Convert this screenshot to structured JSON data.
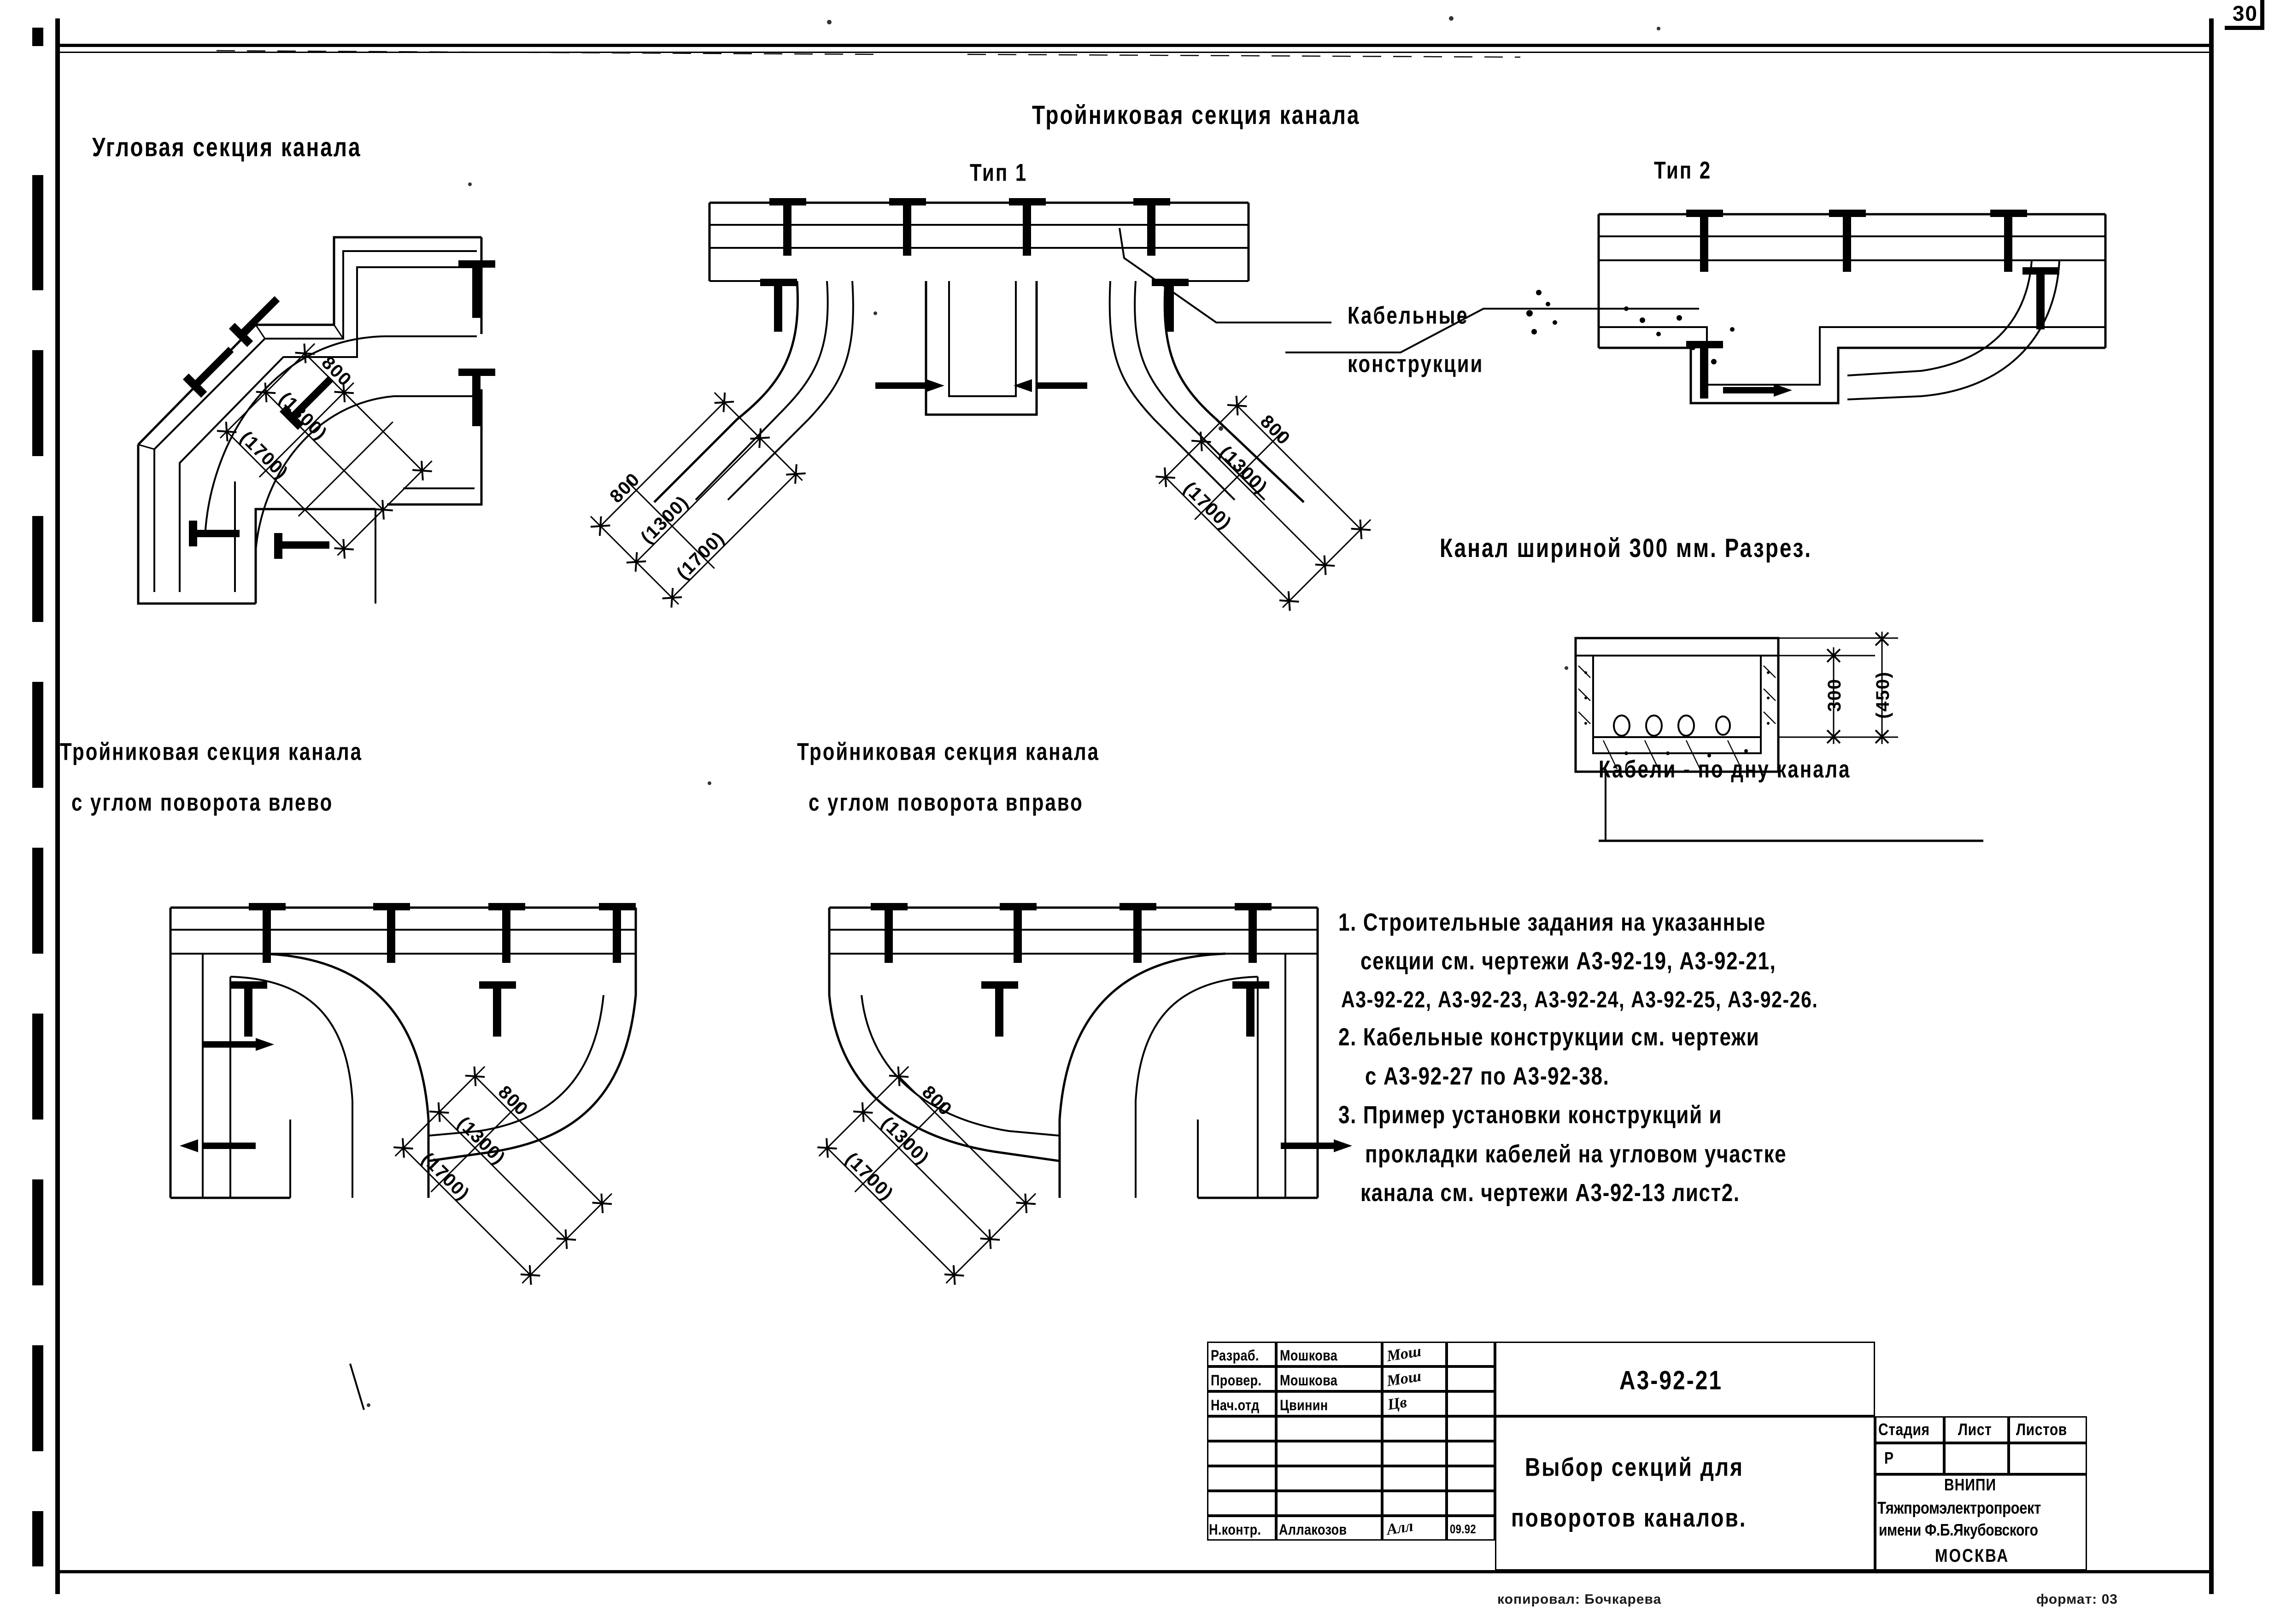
{
  "sheet": {
    "corner_number": "30",
    "footer_left": "копировал: Бочкарева",
    "footer_right": "формат: 03"
  },
  "headings": {
    "corner_section": "Угловая секция канала",
    "tee_section": "Тройниковая      секция      канала",
    "type1": "Тип 1",
    "type2": "Тип 2",
    "cable_structures_l1": "Кабельные",
    "cable_structures_l2": "конструкции",
    "channel_300_title": "Канал  шириной  300 мм. Разрез.",
    "cables_on_bottom": "Кабели - по дну канала",
    "tee_left_l1": "Тройниковая  секция  канала",
    "tee_left_l2": "с углом поворота   влево",
    "tee_right_l1": "Тройниковая  секция  канала",
    "tee_right_l2": "с углом поворота  вправо"
  },
  "dimensions": {
    "d800": "800",
    "d1300": "(1300)",
    "d1700": "(1700)",
    "d300": "300",
    "d450": "(450)"
  },
  "notes": [
    {
      "num": "1.",
      "lines": [
        "Строительные  задания  на  указанные",
        "секции см. чертежи А3-92-19, А3-92-21,",
        "А3-92-22, А3-92-23, А3-92-24, А3-92-25, А3-92-26."
      ]
    },
    {
      "num": "2.",
      "lines": [
        "Кабельные  конструкции  см.  чертежи",
        "с А3-92-27  по А3-92-38."
      ]
    },
    {
      "num": "3.",
      "lines": [
        "Пример  установки  конструкций  и",
        "прокладки  кабелей  на  угловом  участке",
        "канала см. чертежи А3-92-13 лист2."
      ]
    }
  ],
  "title_block": {
    "rows": [
      {
        "role": "Разраб.",
        "name": "Мошкова",
        "sign": "Мош",
        "date": ""
      },
      {
        "role": "Провер.",
        "name": "Мошкова",
        "sign": "Мош",
        "date": ""
      },
      {
        "role": "Нач.отд",
        "name": "Цвинин",
        "sign": "Цв",
        "date": ""
      },
      {
        "role": "",
        "name": "",
        "sign": "",
        "date": ""
      },
      {
        "role": "",
        "name": "",
        "sign": "",
        "date": ""
      },
      {
        "role": "",
        "name": "",
        "sign": "",
        "date": ""
      },
      {
        "role": "",
        "name": "",
        "sign": "",
        "date": ""
      },
      {
        "role": "Н.контр.",
        "name": "Аллакозов",
        "sign": "Алл",
        "date": "09.92"
      }
    ],
    "drawing_number": "А3-92-21",
    "drawing_title_l1": "Выбор секций для",
    "drawing_title_l2": "поворотов каналов.",
    "stage_header": "Стадия",
    "sheet_header": "Лист",
    "sheets_header": "Листов",
    "stage_value": "Р",
    "sheet_value": "",
    "sheets_value": "",
    "org_l1": "ВНИПИ",
    "org_l2": "Тяжпромэлектропроект",
    "org_l3": "имени Ф.Б.Якубовского",
    "org_l4": "МОСКВА"
  }
}
